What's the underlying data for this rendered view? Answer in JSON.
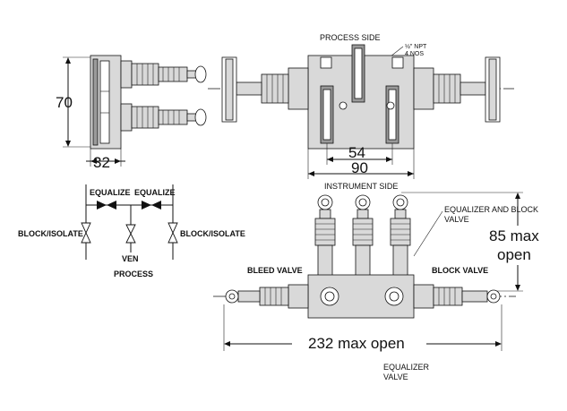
{
  "labels": {
    "process_side": "PROCESS SIDE",
    "npt_line1": "½\" NPT",
    "npt_line2": "4 NOS",
    "dim_70": "70",
    "dim_32": "32",
    "dim_54": "54",
    "dim_90": "90",
    "instrument_side": "INSTRUMENT SIDE",
    "equalizer_block_line1": "EQUALIZER AND BLOCK",
    "equalizer_block_line2": "VALVE",
    "max_85_line1": "85 max",
    "max_85_line2": "open",
    "bleed_valve": "BLEED VALVE",
    "block_valve": "BLOCK VALVE",
    "max_232": "232 max open",
    "equalizer_valve_line1": "EQUALIZER",
    "equalizer_valve_line2": "VALVE"
  },
  "schematic": {
    "equalize_left": "EQUALIZE",
    "equalize_right": "EQUALIZE",
    "block_isolate_left": "BLOCK/ISOLATE",
    "block_isolate_right": "BLOCK/ISOLATE",
    "vent": "VEN",
    "process": "PROCESS"
  }
}
